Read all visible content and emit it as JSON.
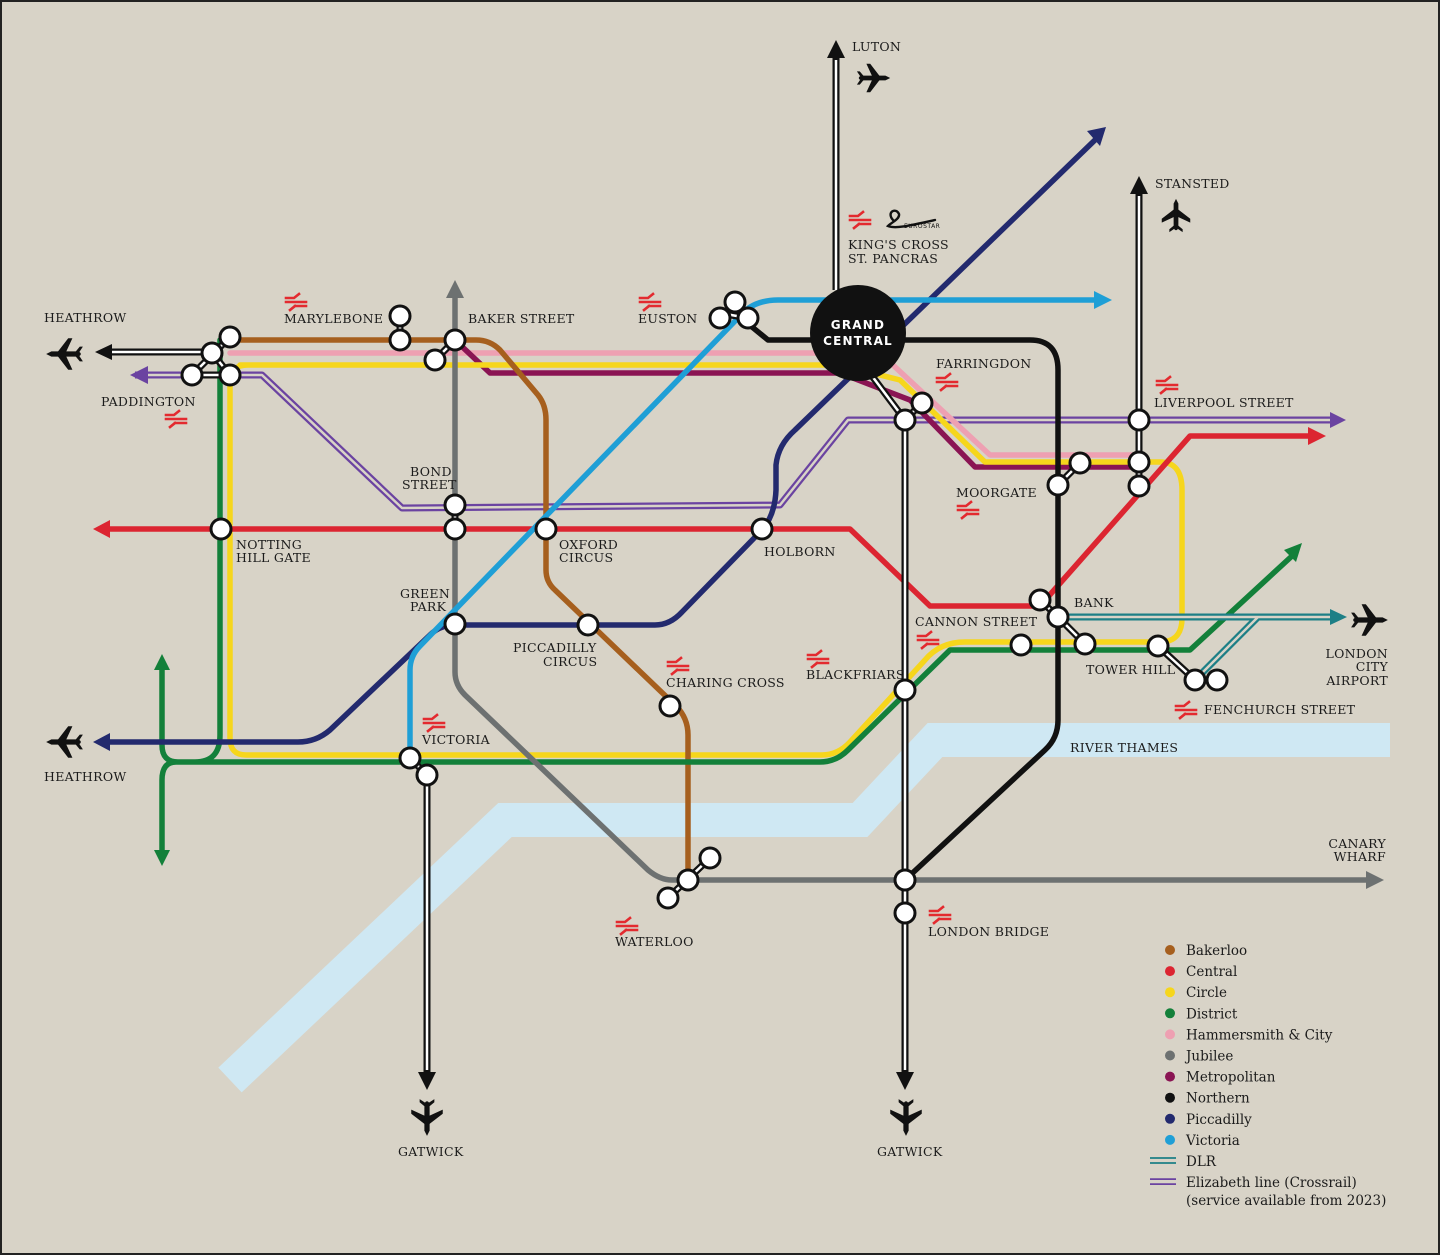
{
  "colors": {
    "background": "#d8d3c7",
    "river": "#cfe8f3",
    "national_rail": "#e32a2f",
    "bakerloo": "#a65f1e",
    "central": "#dc2531",
    "circle": "#f6d61c",
    "district": "#13803a",
    "hammersmith_city": "#eea0b2",
    "jubilee": "#6d7171",
    "metropolitan": "#8a1453",
    "northern": "#111111",
    "piccadilly": "#232a6e",
    "victoria": "#1f9fd6",
    "dlr": "#1d7f86",
    "elizabeth": "#6b43a1"
  },
  "hub": {
    "line1": "GRAND",
    "line2": "CENTRAL"
  },
  "destinations": {
    "luton": "LUTON",
    "stansted": "STANSTED",
    "heathrow_top": "HEATHROW",
    "heathrow_bottom": "HEATHROW",
    "gatwick_left": "GATWICK",
    "gatwick_right": "GATWICK",
    "london_city_airport": [
      "LONDON",
      "CITY",
      "AIRPORT"
    ],
    "canary_wharf": [
      "CANARY",
      "WHARF"
    ]
  },
  "stations": {
    "kings_cross": [
      "KING'S CROSS",
      "ST. PANCRAS"
    ],
    "eurostar": "EUROSTAR",
    "marylebone": "MARYLEBONE",
    "baker_street": "BAKER STREET",
    "euston": "EUSTON",
    "farringdon": "FARRINGDON",
    "liverpool_street": "LIVERPOOL STREET",
    "paddington": "PADDINGTON",
    "bond_street": [
      "BOND",
      "STREET"
    ],
    "moorgate": "MOORGATE",
    "notting_hill_gate": [
      "NOTTING",
      "HILL GATE"
    ],
    "oxford_circus": [
      "OXFORD",
      "CIRCUS"
    ],
    "holborn": "HOLBORN",
    "green_park": [
      "GREEN",
      "PARK"
    ],
    "bank": "BANK",
    "cannon_street": "CANNON STREET",
    "piccadilly_circus": [
      "PICCADILLY",
      "CIRCUS"
    ],
    "charing_cross": "CHARING CROSS",
    "blackfriars": "BLACKFRIARS",
    "tower_hill": "TOWER HILL",
    "fenchurch_street": "FENCHURCH STREET",
    "victoria": "VICTORIA",
    "waterloo": "WATERLOO",
    "london_bridge": "LONDON BRIDGE",
    "river_thames": "RIVER THAMES"
  },
  "legend": [
    {
      "label": "Bakerloo",
      "color": "#a65f1e",
      "kind": "dot"
    },
    {
      "label": "Central",
      "color": "#dc2531",
      "kind": "dot"
    },
    {
      "label": "Circle",
      "color": "#f6d61c",
      "kind": "dot"
    },
    {
      "label": "District",
      "color": "#13803a",
      "kind": "dot"
    },
    {
      "label": "Hammersmith & City",
      "color": "#eea0b2",
      "kind": "dot"
    },
    {
      "label": "Jubilee",
      "color": "#6d7171",
      "kind": "dot"
    },
    {
      "label": "Metropolitan",
      "color": "#8a1453",
      "kind": "dot"
    },
    {
      "label": "Northern",
      "color": "#111111",
      "kind": "dot"
    },
    {
      "label": "Piccadilly",
      "color": "#232a6e",
      "kind": "dot"
    },
    {
      "label": "Victoria",
      "color": "#1f9fd6",
      "kind": "dot"
    },
    {
      "label": "DLR",
      "color": "#1d7f86",
      "kind": "double"
    },
    {
      "label": "Elizabeth line (Crossrail)",
      "color": "#6b43a1",
      "kind": "double",
      "note": "(service available from 2023)"
    }
  ]
}
